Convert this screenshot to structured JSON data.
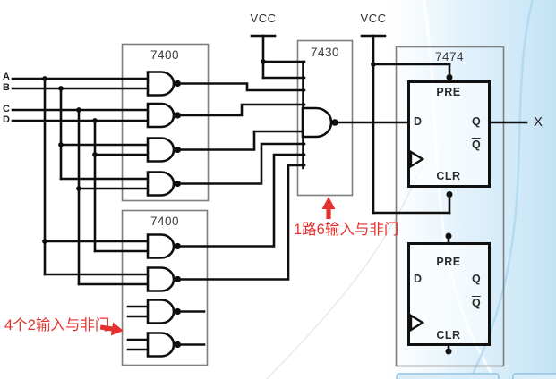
{
  "inputs": {
    "a": "A",
    "b": "B",
    "c": "C",
    "d": "D"
  },
  "power": {
    "vcc_left": "VCC",
    "vcc_right": "VCC"
  },
  "chips": {
    "quad_nand_top": "7400",
    "quad_nand_bottom": "7400",
    "nand_8_input": "7430",
    "dual_d_flipflop": "7474"
  },
  "flipflop1": {
    "pre": "PRE",
    "d": "D",
    "q": "Q",
    "qbar": "Q",
    "clr": "CLR"
  },
  "flipflop2": {
    "pre": "PRE",
    "d": "D",
    "q": "Q",
    "qbar": "Q",
    "clr": "CLR"
  },
  "output": {
    "label": "X"
  },
  "annotations": {
    "nand8_note": "1路6输入与非门",
    "nand2_note": "4个2输入与非门"
  },
  "colors": {
    "annotation_red": "#e5312e",
    "wire_black": "#0e0e0e",
    "chip_border_gray": "#7e7e7e",
    "background_blue": "#c3e3f5"
  }
}
